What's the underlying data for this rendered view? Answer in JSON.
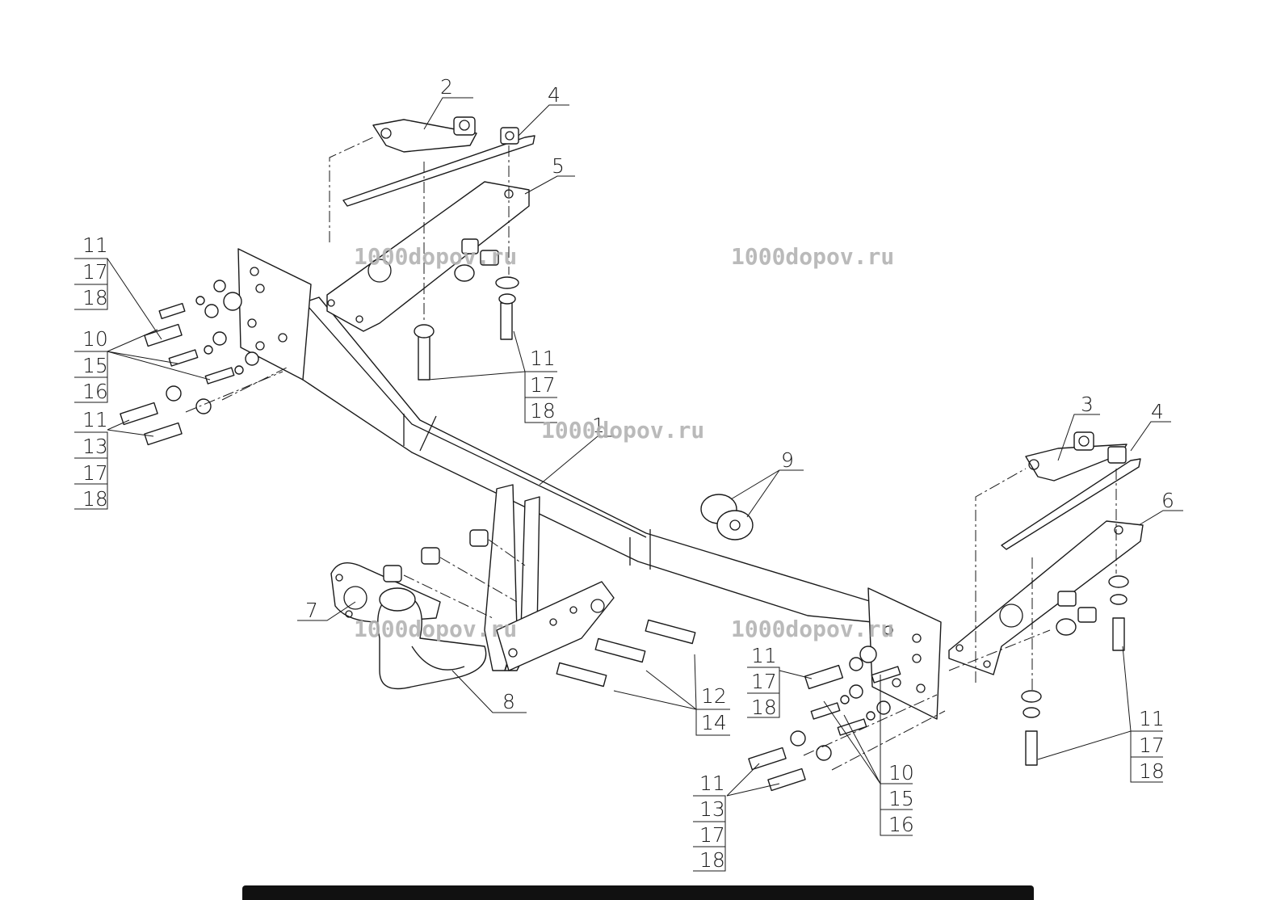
{
  "watermark": "1000dopov.ru",
  "callouts": {
    "c1": "1",
    "c2": "2",
    "c3": "3",
    "c4a": "4",
    "c4b": "4",
    "c5": "5",
    "c6": "6",
    "c7": "7",
    "c8": "8",
    "c9": "9"
  },
  "stacks": {
    "left_top": [
      "11",
      "17",
      "18"
    ],
    "left_mid": [
      "10",
      "15",
      "16"
    ],
    "left_bottom": [
      "11",
      "13",
      "17",
      "18"
    ],
    "center_bolt": [
      "11",
      "17",
      "18"
    ],
    "hitch_bolts": [
      "12",
      "14"
    ],
    "right_plate": [
      "11",
      "17",
      "18"
    ],
    "right_mid": [
      "10",
      "15",
      "16"
    ],
    "right_bottom": [
      "11",
      "13",
      "17",
      "18"
    ],
    "right_far": [
      "11",
      "17",
      "18"
    ]
  }
}
